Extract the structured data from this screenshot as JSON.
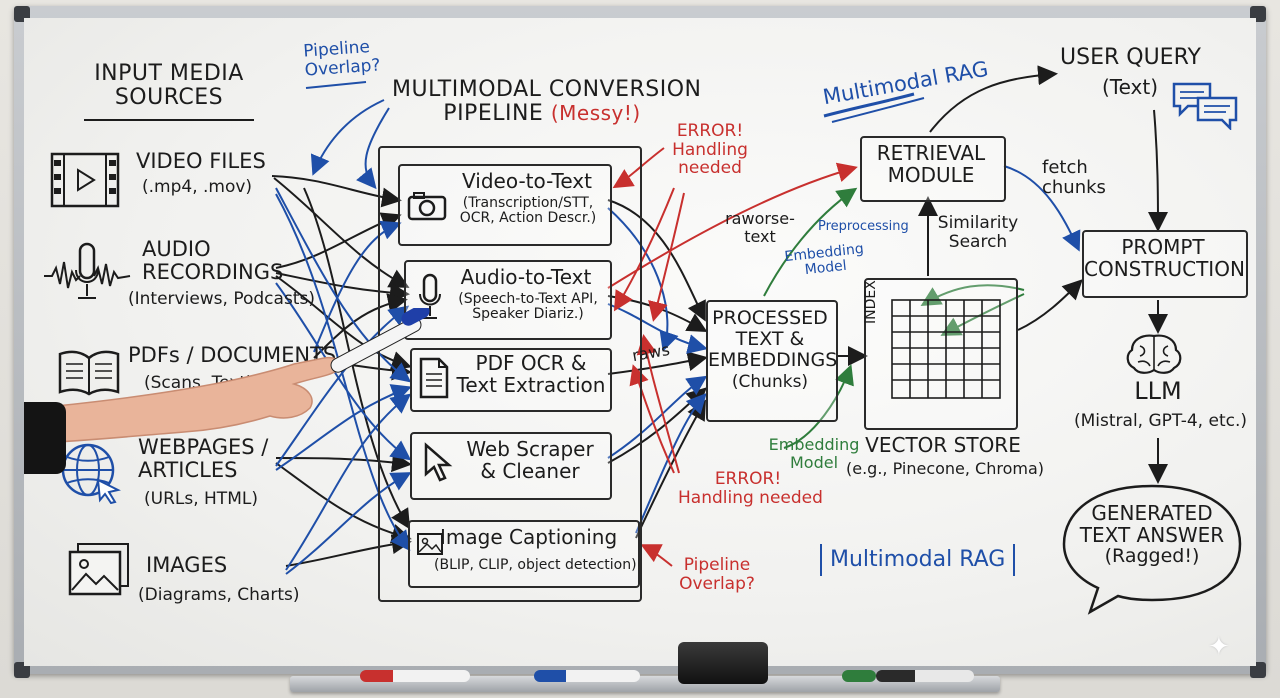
{
  "sources": {
    "heading": [
      "INPUT MEDIA",
      "SOURCES"
    ],
    "items": [
      {
        "title": "VIDEO FILES",
        "sub": "(.mp4, .mov)",
        "icon": "film-icon"
      },
      {
        "title": [
          "AUDIO",
          "RECORDINGS"
        ],
        "sub": "(Interviews, Podcasts)",
        "icon": "microphone-icon"
      },
      {
        "title": "PDFs / DOCUMENTS",
        "sub": "(Scans, Text)",
        "icon": "book-icon"
      },
      {
        "title": [
          "WEBPAGES /",
          "ARTICLES"
        ],
        "sub": "(URLs, HTML)",
        "icon": "globe-icon"
      },
      {
        "title": "IMAGES",
        "sub": "(Diagrams, Charts)",
        "icon": "picture-icon"
      }
    ]
  },
  "pipeline": {
    "heading": [
      "MULTIMODAL CONVERSION",
      "PIPELINE"
    ],
    "heading_note": "(Messy!)",
    "overlap_note": [
      "Pipeline",
      "Overlap?"
    ],
    "steps": [
      {
        "title": "Video-to-Text",
        "sub": [
          "(Transcription/STT,",
          "OCR, Action Descr.)"
        ],
        "icon": "camera-icon"
      },
      {
        "title": "Audio-to-Text",
        "sub": [
          "(Speech-to-Text API,",
          "Speaker Diariz.)"
        ],
        "icon": "microphone-icon"
      },
      {
        "title": [
          "PDF OCR &",
          "Text Extraction"
        ],
        "icon": "document-icon"
      },
      {
        "title": [
          "Web Scraper",
          "& Cleaner"
        ],
        "icon": "cursor-icon"
      },
      {
        "title": "Image Captioning",
        "sub": [
          "(BLIP, CLIP, object detection)"
        ],
        "icon": "image-icon"
      }
    ]
  },
  "annotations": {
    "error_top": [
      "ERROR!",
      "Handling",
      "needed"
    ],
    "error_bottom": [
      "ERROR!",
      "Handling needed"
    ],
    "pipeline_overlap_bottom": [
      "Pipeline",
      "Overlap?"
    ],
    "raws": "raws",
    "raworse": [
      "raworse-",
      "text"
    ],
    "preprocessing": "Preprocessing",
    "embedding_model_top": [
      "Embedding",
      "Model"
    ],
    "embedding_model_bottom": [
      "Embedding",
      "Model"
    ],
    "fetch_chunks": [
      "fetch",
      "chunks"
    ],
    "similarity_search": [
      "Similarity",
      "Search"
    ],
    "multimodal_rag_top": "Multimodal RAG",
    "multimodal_rag_boxed": "Multimodal RAG"
  },
  "processed": {
    "title": [
      "PROCESSED",
      "TEXT &",
      "EMBEDDINGS"
    ],
    "sub": "(Chunks)"
  },
  "retrieval": {
    "title": [
      "RETRIEVAL",
      "MODULE"
    ]
  },
  "vector_store": {
    "index_label": "INDEX",
    "title": "VECTOR STORE",
    "sub": "(e.g., Pinecone, Chroma)"
  },
  "user_query": {
    "title": "USER QUERY",
    "sub": "(Text)"
  },
  "prompt": {
    "title": [
      "PROMPT",
      "CONSTRUCTION"
    ]
  },
  "llm": {
    "title": "LLM",
    "sub": "(Mistral, GPT-4, etc.)"
  },
  "answer": {
    "title": [
      "GENERATED",
      "TEXT ANSWER"
    ],
    "sub": "(Ragged!)"
  },
  "colors": {
    "ink": "#1c1c1c",
    "red": "#c8302e",
    "blue": "#1f4fa8",
    "green": "#2f7d3c"
  }
}
